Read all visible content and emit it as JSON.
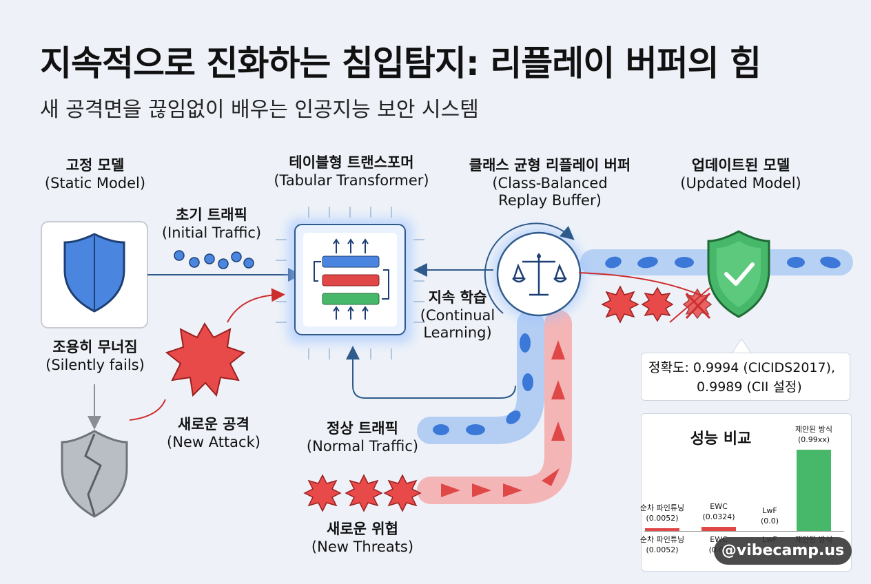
{
  "title": "지속적으로 진화하는 침입탐지: 리플레이 버퍼의 힘",
  "subtitle": "새 공격면을 끊임없이 배우는 인공지능 보안 시스템",
  "static_model": {
    "ko": "고정 모델",
    "en": "(Static Model)"
  },
  "initial_traffic": {
    "ko": "초기 트래픽",
    "en": "(Initial Traffic)"
  },
  "transformer": {
    "ko": "테이블형 트랜스포머",
    "en": "(Tabular Transformer)"
  },
  "replay_buffer": {
    "ko": "클래스 균형 리플레이 버퍼",
    "en_line1": "(Class-Balanced",
    "en_line2": "Replay Buffer)"
  },
  "updated_model": {
    "ko": "업데이트된 모델",
    "en": "(Updated Model)"
  },
  "silently_fails": {
    "ko": "조용히 무너짐",
    "en": "(Silently fails)"
  },
  "continual_learning": {
    "ko": "지속 학습",
    "en_line1": "(Continual",
    "en_line2": "Learning)"
  },
  "new_attack": {
    "ko": "새로운 공격",
    "en": "(New Attack)"
  },
  "normal_traffic": {
    "ko": "정상 트래픽",
    "en": "(Normal Traffic)"
  },
  "new_threats": {
    "ko": "새로운 위협",
    "en": "(New Threats)"
  },
  "accuracy": {
    "line1": "정확도: 0.9994 (CICIDS2017),",
    "line2": "0.9989 (CII 설정)"
  },
  "comparison": {
    "title": "성능 비교",
    "bars": [
      {
        "label": "순차 파인튜닝",
        "value": "(0.0052)",
        "axis_label": "순차 파인튜닝",
        "axis_value": "(0.0052)",
        "color": "#e04848",
        "fraction": 0.02
      },
      {
        "label": "EWC",
        "value": "(0.0324)",
        "axis_label": "EWC",
        "axis_value": "(0.03",
        "color": "#e04848",
        "fraction": 0.05
      },
      {
        "label": "LwF",
        "value": "(0.0)",
        "axis_label": "LwF",
        "axis_value": "",
        "color": "#e04848",
        "fraction": 0.0
      },
      {
        "label": "제안된 방식",
        "value": "(0.99xx)",
        "axis_label": "제안된 방식",
        "axis_value": "",
        "color": "#47b86a",
        "fraction": 1.0
      }
    ]
  },
  "watermark": "@vibecamp.us",
  "colors": {
    "blue": "#4a86e0",
    "red": "#e04848",
    "green": "#47b86a",
    "gray": "#b9bdc4"
  }
}
